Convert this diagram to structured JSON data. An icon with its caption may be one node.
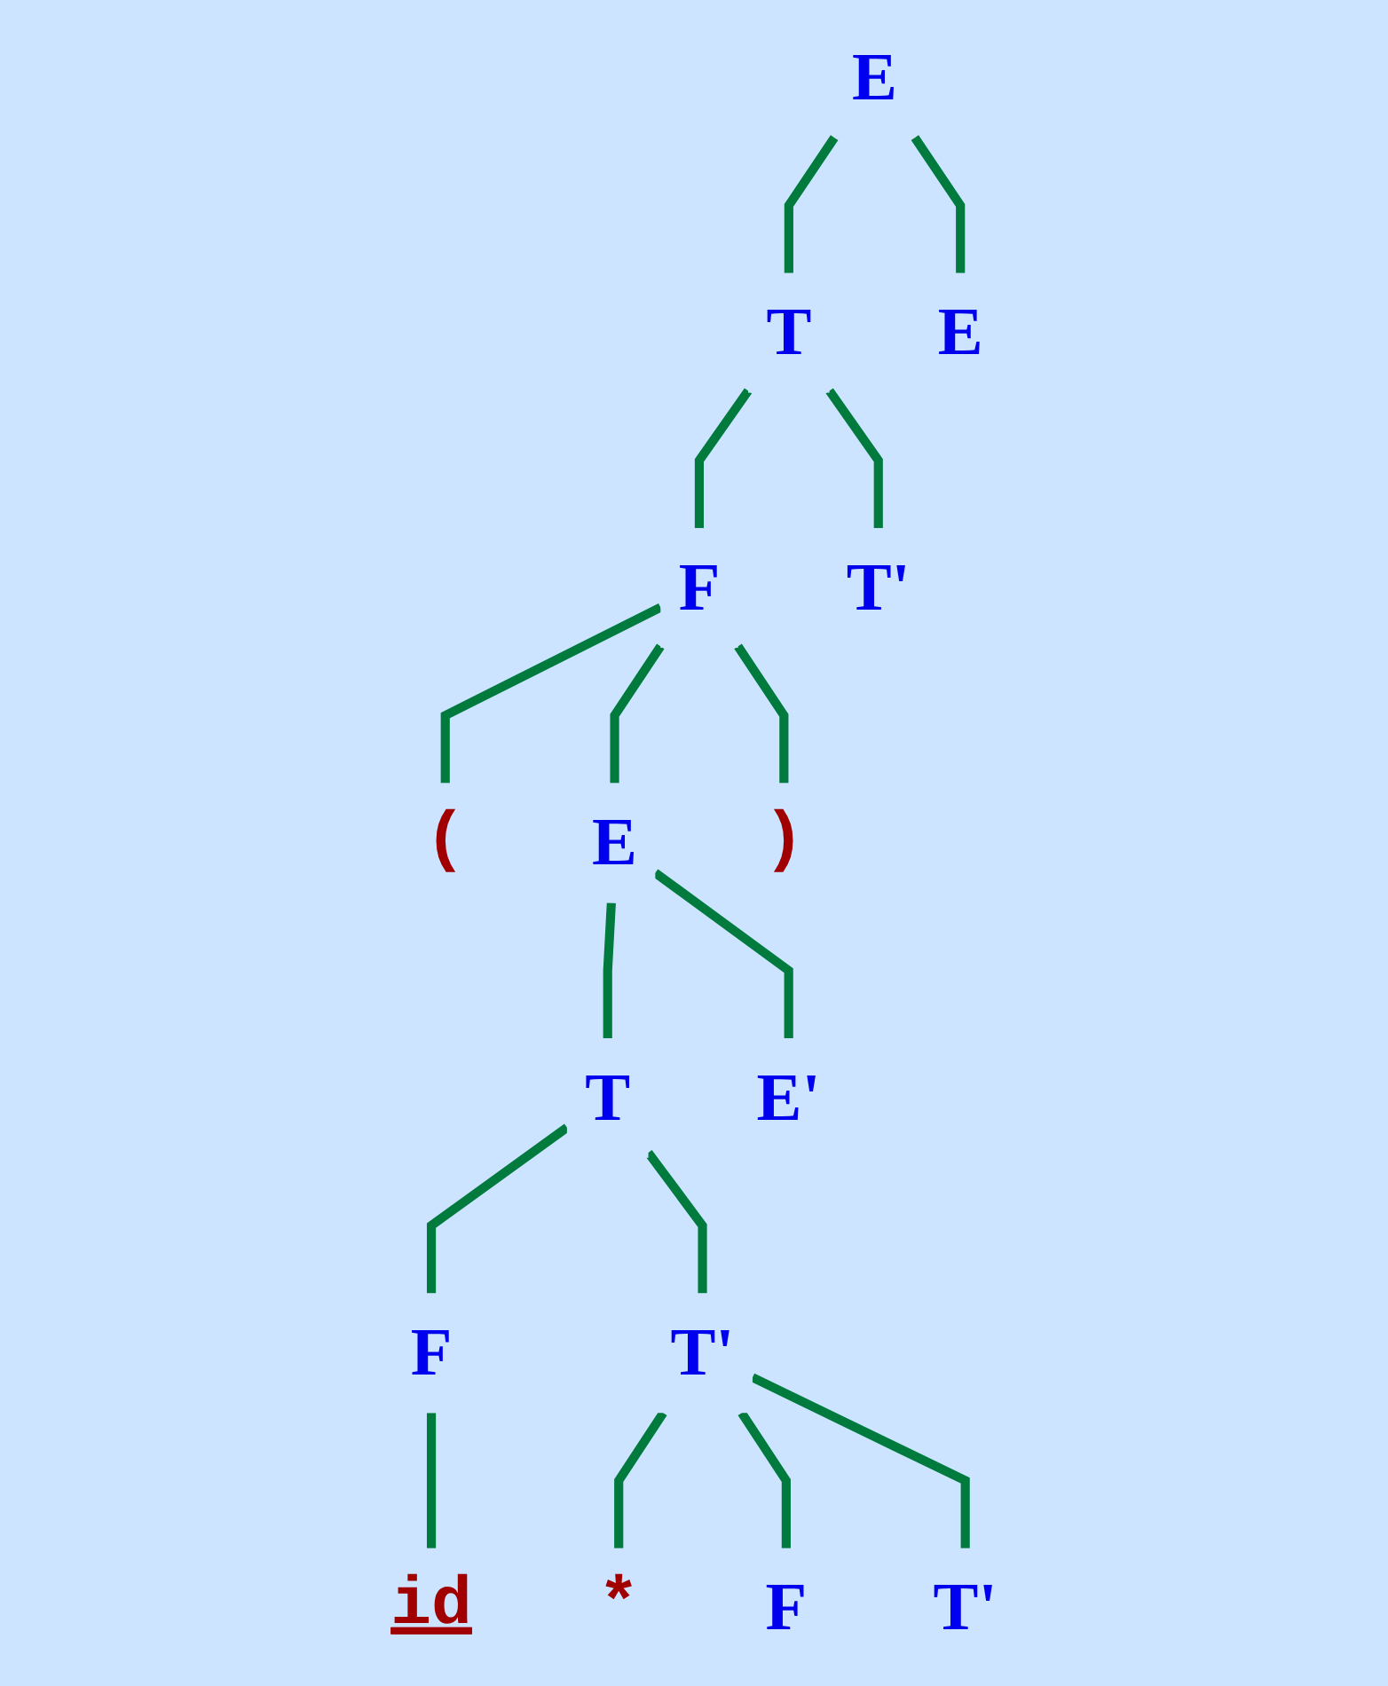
{
  "diagram": {
    "nodes": [
      {
        "text": [
          "E"
        ]
      },
      {
        "text": [
          "T"
        ]
      },
      {
        "text": [
          "E"
        ]
      },
      {
        "text": [
          "F"
        ]
      },
      {
        "text": [
          "T'"
        ]
      },
      {
        "text": [
          "("
        ]
      },
      {
        "text": [
          "E"
        ]
      },
      {
        "text": [
          ")"
        ]
      },
      {
        "text": [
          "T"
        ]
      },
      {
        "text": [
          "E'"
        ]
      },
      {
        "text": [
          "F"
        ]
      },
      {
        "text": [
          "T'"
        ]
      },
      {
        "text": [
          "id"
        ]
      },
      {
        "text": [
          "*"
        ]
      },
      {
        "text": [
          "F"
        ]
      },
      {
        "text": [
          "T'"
        ]
      }
    ],
    "edges": [
      {
        "from": 0,
        "to": 1,
        "arrow": "none"
      },
      {
        "from": 0,
        "to": 2,
        "arrow": "none"
      },
      {
        "from": 1,
        "to": 3,
        "arrow": "none"
      },
      {
        "from": 1,
        "to": 4,
        "arrow": "none"
      },
      {
        "from": 3,
        "to": 5,
        "arrow": "none"
      },
      {
        "from": 3,
        "to": 6,
        "arrow": "none"
      },
      {
        "from": 3,
        "to": 7,
        "arrow": "none"
      },
      {
        "from": 6,
        "to": 8,
        "arrow": "none"
      },
      {
        "from": 6,
        "to": 9,
        "arrow": "none"
      },
      {
        "from": 8,
        "to": 10,
        "arrow": "none"
      },
      {
        "from": 8,
        "to": 11,
        "arrow": "none"
      },
      {
        "from": 10,
        "to": 12,
        "arrow": "none"
      },
      {
        "from": 11,
        "to": 13,
        "arrow": "none"
      },
      {
        "from": 11,
        "to": 14,
        "arrow": "none"
      },
      {
        "from": 11,
        "to": 15,
        "arrow": "none"
      }
    ]
  }
}
